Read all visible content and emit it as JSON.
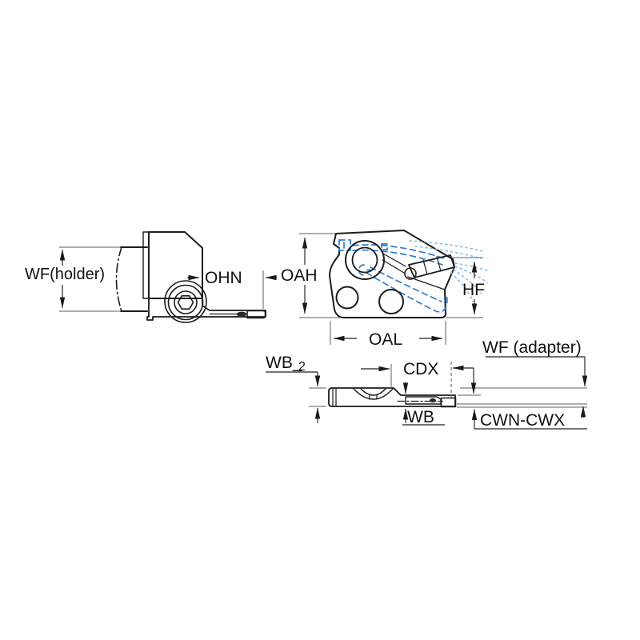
{
  "colors": {
    "outline": "#1c1c1c",
    "body_gray": "#c6cdcc",
    "body_gray_dark": "#a9b2b1",
    "detail_gray": "#e9eceb",
    "pocket_gray": "#b7bfbe",
    "insert_yellow": "#f6c60a",
    "coolant_blue": "#2f7dca",
    "spray_blue": "#8abbe8",
    "dim_line": "#222222",
    "ext_line": "#5a5f5f"
  },
  "labels": {
    "wf_holder": "WF(holder)",
    "ohn": "OHN",
    "oah": "OAH",
    "hf": "HF",
    "oal": "OAL",
    "wb2_base": "WB_",
    "wb2_sub": "2",
    "cdx": "CDX",
    "wb": "WB",
    "wf_adapter": "WF (adapter)",
    "cwn_cwx": "CWN-CWX"
  }
}
